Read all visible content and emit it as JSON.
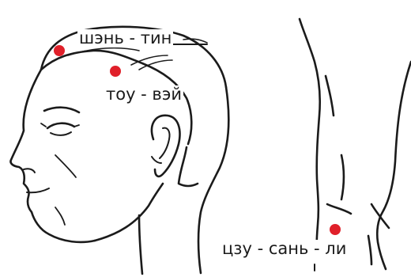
{
  "points": [
    {
      "id": "shen-tin",
      "label": "шэнь - тин"
    },
    {
      "id": "tou-vei",
      "label": "тоу - вэй"
    },
    {
      "id": "tszu-san-li",
      "label": "цзу - сань - ли"
    }
  ],
  "colors": {
    "ink": "#1b1b1b",
    "point": "#e0202a",
    "background": "#ffffff"
  }
}
